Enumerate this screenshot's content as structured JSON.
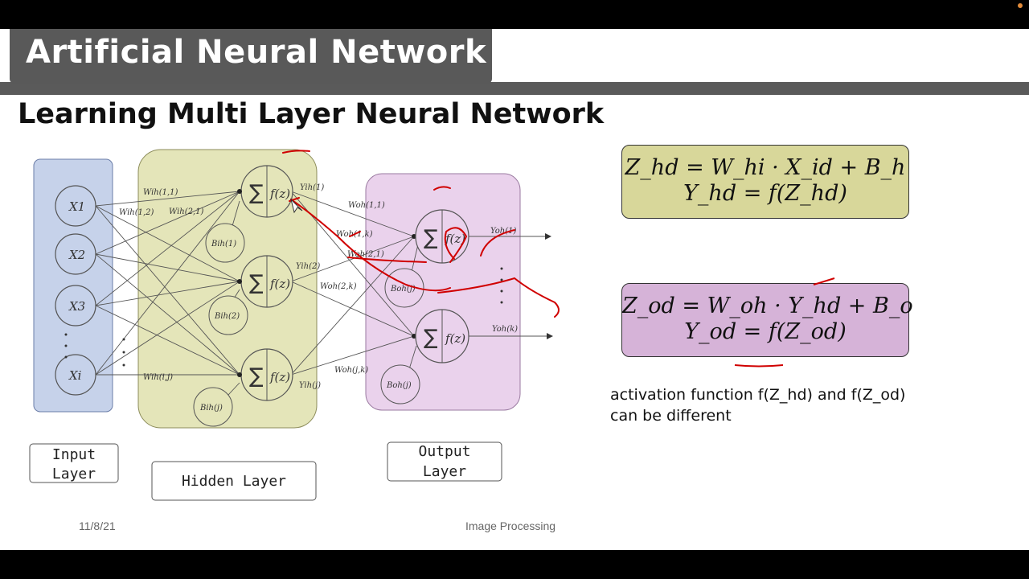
{
  "slide": {
    "title": "Artificial Neural Network",
    "subtitle": "Learning Multi Layer Neural Network",
    "footer_date": "11/8/21",
    "footer_title": "Image Processing"
  },
  "diagram": {
    "input_nodes": [
      "X1",
      "X2",
      "X3",
      "Xi"
    ],
    "hidden_neuron_sum": "∑",
    "hidden_neuron_func": "f(z)",
    "output_neuron_func": "f(z)",
    "hidden_biases": [
      "Bih(1)",
      "Bih(2)",
      "Bih(j)"
    ],
    "output_biases": [
      "Boh(j)",
      "Boh(j)"
    ],
    "hidden_outputs": [
      "Yih(1)",
      "Yih(2)",
      "Yih(j)"
    ],
    "output_outputs": [
      "Yoh(1)",
      "Yoh(k)"
    ],
    "input_weights": [
      "Wih(1,1)",
      "Wih(1,2)",
      "Wih(2,1)",
      "Wih(i,j)"
    ],
    "output_weights": [
      "Woh(1,1)",
      "Woh(1,k)",
      "Woh(2,1)",
      "Woh(2,k)",
      "Woh(j,k)"
    ],
    "layer_labels": {
      "input_line1": "Input",
      "input_line2": "Layer",
      "hidden": "Hidden Layer",
      "output_line1": "Output",
      "output_line2": "Layer"
    },
    "colors": {
      "input_panel": "#c6d2ea",
      "hidden_panel": "#e4e5b9",
      "output_panel": "#ead2ec",
      "annotation": "#d00000"
    }
  },
  "equations": {
    "hidden": [
      "Z_hd = W_hi · X_id + B_h",
      "Y_hd = f(Z_hd)"
    ],
    "output": [
      "Z_od = W_oh · Y_hd + B_o",
      "Y_od = f(Z_od)"
    ]
  },
  "note": {
    "line1": "activation function f(Z_hd) and f(Z_od)",
    "line2": "can be different"
  }
}
